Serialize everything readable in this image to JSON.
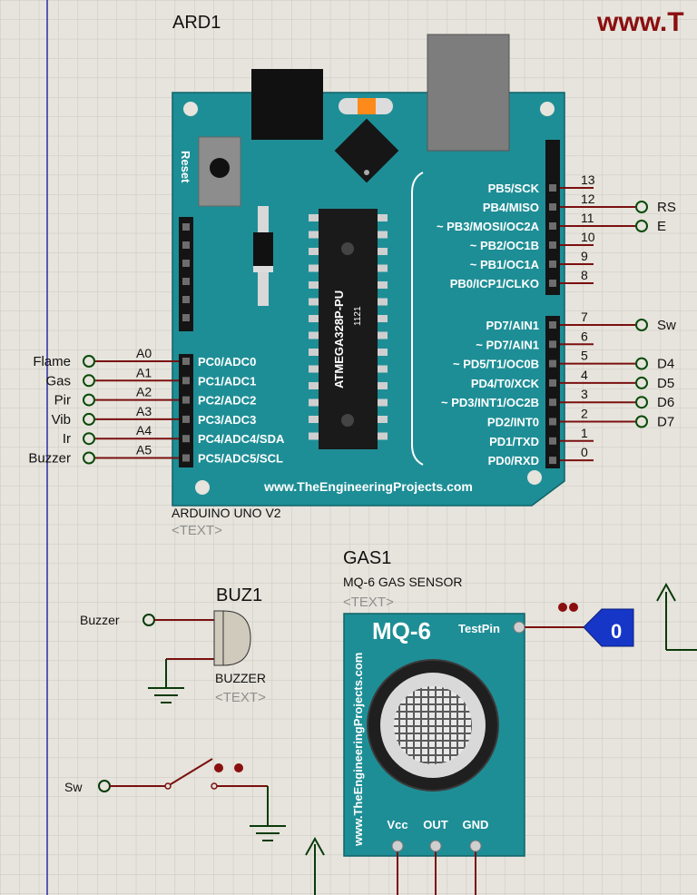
{
  "watermark": "www.T",
  "arduino": {
    "ref": "ARD1",
    "reset_label": "Reset",
    "chip_label": "ATMEGA328P-PU",
    "chip_num": "1121",
    "website": "www.TheEngineeringProjects.com",
    "part_name": "ARDUINO UNO V2",
    "text_tag": "<TEXT>",
    "analog_pins": [
      {
        "label": "PC0/ADC0",
        "num": "A0",
        "net": "Flame"
      },
      {
        "label": "PC1/ADC1",
        "num": "A1",
        "net": "Gas"
      },
      {
        "label": "PC2/ADC2",
        "num": "A2",
        "net": "Pir"
      },
      {
        "label": "PC3/ADC3",
        "num": "A3",
        "net": "Vib"
      },
      {
        "label": "PC4/ADC4/SDA",
        "num": "A4",
        "net": "Ir"
      },
      {
        "label": "PC5/ADC5/SCL",
        "num": "A5",
        "net": "Buzzer"
      }
    ],
    "digital_pins_top": [
      {
        "label": "PB5/SCK",
        "num": "13",
        "net": ""
      },
      {
        "label": "PB4/MISO",
        "num": "12",
        "net": "RS"
      },
      {
        "label": "~ PB3/MOSI/OC2A",
        "num": "11",
        "net": "E"
      },
      {
        "label": "~ PB2/OC1B",
        "num": "10",
        "net": ""
      },
      {
        "label": "~ PB1/OC1A",
        "num": "9",
        "net": ""
      },
      {
        "label": "PB0/ICP1/CLKO",
        "num": "8",
        "net": ""
      }
    ],
    "digital_pins_bottom": [
      {
        "label": "PD7/AIN1",
        "num": "7",
        "net": "Sw"
      },
      {
        "label": "~ PD7/AIN1",
        "num": "6",
        "net": ""
      },
      {
        "label": "~ PD5/T1/OC0B",
        "num": "5",
        "net": "D4"
      },
      {
        "label": "PD4/T0/XCK",
        "num": "4",
        "net": "D5"
      },
      {
        "label": "~ PD3/INT1/OC2B",
        "num": "3",
        "net": "D6"
      },
      {
        "label": "PD2/INT0",
        "num": "2",
        "net": "D7"
      },
      {
        "label": "PD1/TXD",
        "num": "1",
        "net": ""
      },
      {
        "label": "PD0/RXD",
        "num": "0",
        "net": ""
      }
    ]
  },
  "gas_sensor": {
    "ref": "GAS1",
    "part_name": "MQ-6 GAS SENSOR",
    "text_tag": "<TEXT>",
    "title": "MQ-6",
    "testpin": "TestPin",
    "side_text": "www.TheEngineeringProjects.com",
    "pins": [
      "Vcc",
      "OUT",
      "GND"
    ],
    "logic_value": "0"
  },
  "buzzer": {
    "ref": "BUZ1",
    "net": "Buzzer",
    "part_name": "BUZZER",
    "text_tag": "<TEXT>"
  },
  "switch": {
    "net": "Sw"
  },
  "colors": {
    "board": "#1e8e96",
    "wire": "#7a1010",
    "background": "#e6e4dc",
    "grid": "#c9c7bf",
    "terminal": "#0a4a0a",
    "logic_probe": "#1636c8"
  }
}
